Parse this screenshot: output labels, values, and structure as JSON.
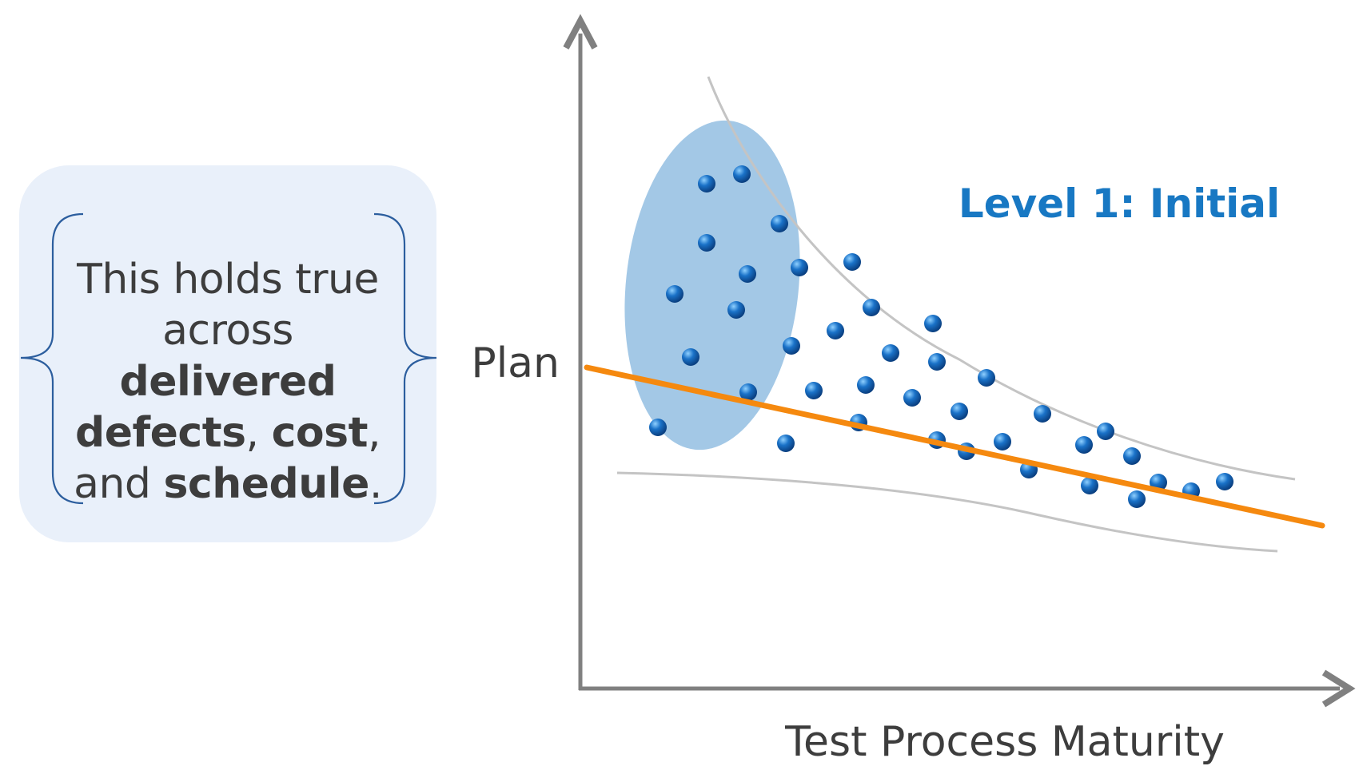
{
  "callout": {
    "line1": "This holds true",
    "line2_a": "across ",
    "line2_b": "delivered",
    "line3_a": "defects",
    "line3_b": ", ",
    "line3_c": "cost",
    "line3_d": ",",
    "line4_a": "and ",
    "line4_b": "schedule",
    "line4_c": "."
  },
  "diagram": {
    "y_marker_label": "Plan",
    "x_axis_label": "Test Process Maturity",
    "level_label": "Level 1: Initial"
  },
  "colors": {
    "callout_bg": "#e9f0fa",
    "axis": "#808080",
    "envelope": "#c0c0c0",
    "plan_line": "#f5890f",
    "dot": "#1a72c8",
    "cluster": "#7fb3dc",
    "level_label": "#1878c3",
    "text": "#3d3d3d"
  }
}
